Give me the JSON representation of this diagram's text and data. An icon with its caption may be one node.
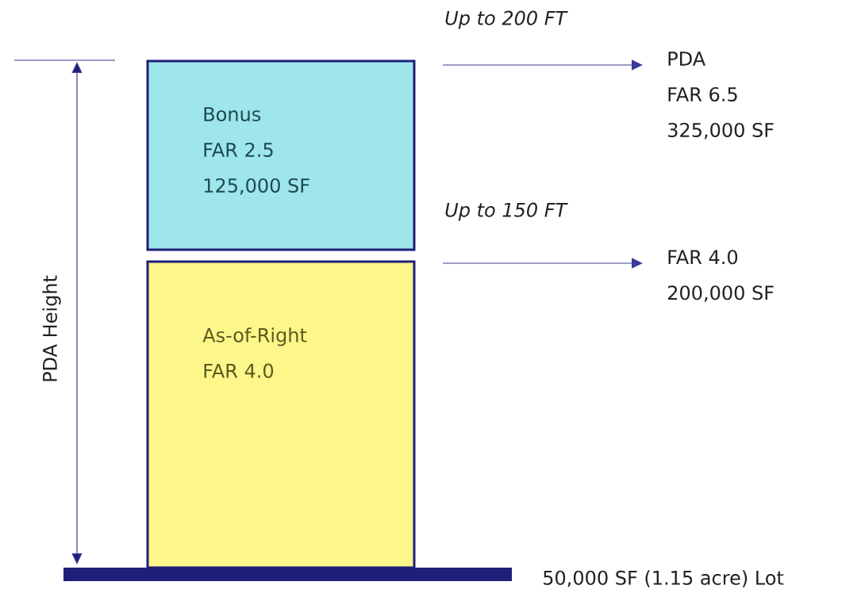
{
  "diagram": {
    "nodes": [
      {
        "text": [
          "Bonus",
          "FAR 2.5",
          "125,000 SF"
        ]
      },
      {
        "text": [
          "As-of-Right",
          "FAR 4.0"
        ]
      },
      {
        "text": [
          "PDA",
          "FAR 6.5",
          "325,000 SF"
        ]
      },
      {
        "text": [
          "FAR 4.0",
          "200,000 SF"
        ]
      }
    ],
    "edges": [
      {
        "from": null,
        "to": 2,
        "arrow": "to"
      },
      {
        "from": null,
        "to": 3,
        "arrow": "to"
      }
    ],
    "labels": [
      "Up to 200 FT",
      "Up to 150 FT",
      "PDA Height",
      "50,000 SF (1.15 acre) Lot"
    ]
  }
}
